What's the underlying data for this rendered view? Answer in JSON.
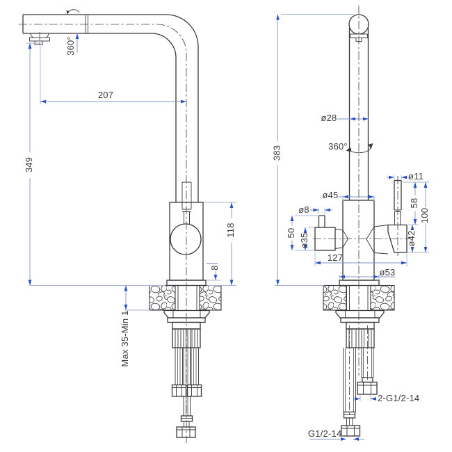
{
  "drawing": {
    "side_view": {
      "reach": "207",
      "height_to_outlet": "349",
      "swivel": "360°",
      "body_height": "118",
      "base_height": "8",
      "counter_thickness": "Max 35-Min 1"
    },
    "front_view": {
      "overall_height": "383",
      "pipe_diameter": "ø28",
      "swivel": "360°",
      "body_diameter": "ø45",
      "filter_port_diameter": "ø8",
      "filter_port_height": "50",
      "filter_block_diameter": "ø35",
      "lever_diameter": "ø11",
      "lever_height": "58",
      "handle_overall_height": "100",
      "handle_diameter": "ø42",
      "body_width": "127",
      "flange_diameter": "ø53",
      "hose_thread_pair": "2-G1/2-14",
      "hose_thread": "G1/2-14"
    },
    "colors": {
      "line": "#38383c",
      "cl": "#47494f",
      "dim": "#8093c0",
      "ext": "#a5b4d4",
      "arrow": "#2b50c8",
      "text": "#3a3a3e"
    }
  }
}
